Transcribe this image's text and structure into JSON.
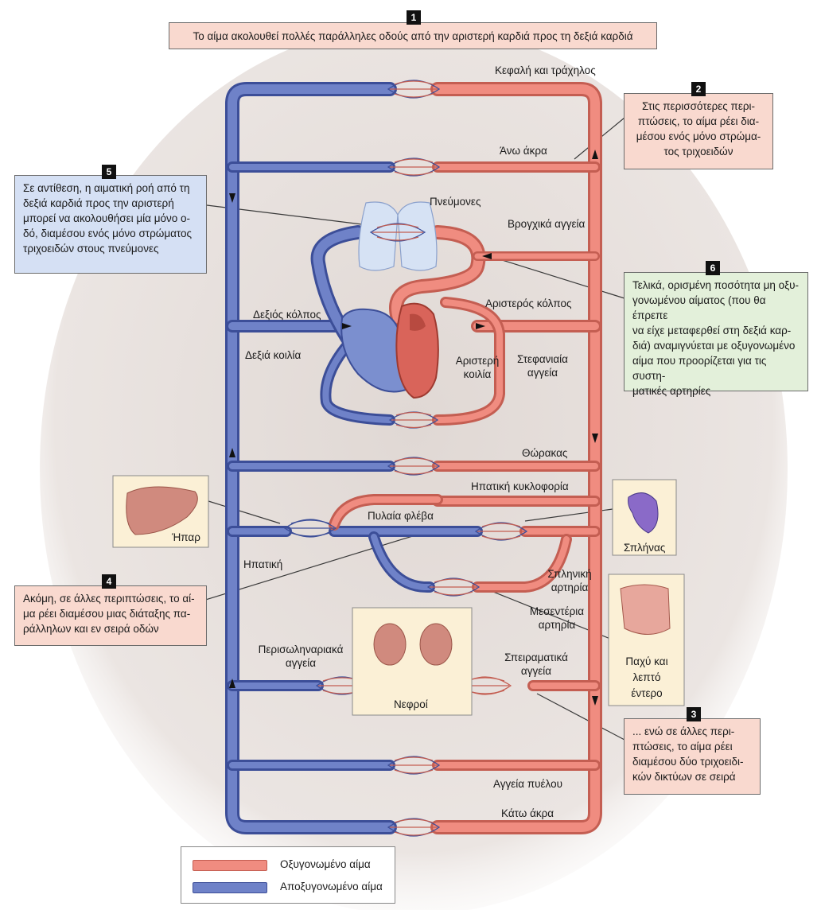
{
  "colors": {
    "oxygenated": "#f08c80",
    "deoxygenated": "#6f82c8",
    "background_glow": "#e5dfdc",
    "callout_pink": "#f9d9cf",
    "callout_blue": "#d5e0f4",
    "callout_green": "#e3f0da"
  },
  "callouts": {
    "c1": {
      "number": "1",
      "text": "Το αίμα ακολουθεί πολλές παράλληλες οδούς από την αριστερή καρδιά προς τη δεξιά καρδιά"
    },
    "c2": {
      "number": "2",
      "lines": [
        "Στις περισσότερες περι-",
        "πτώσεις, το αίμα ρέει δια-",
        "μέσου ενός μόνο στρώμα-",
        "τος τριχοειδών"
      ]
    },
    "c3": {
      "number": "3",
      "lines": [
        "... ενώ σε άλλες περι-",
        "πτώσεις, το αίμα ρέει",
        "διαμέσου δύο τριχοειδι-",
        "κών δικτύων σε σειρά"
      ]
    },
    "c4": {
      "number": "4",
      "lines": [
        "Ακόμη, σε άλλες περιπτώσεις, το αί-",
        "μα ρέει διαμέσου μιας διάταξης πα-",
        "ράλληλων και εν σειρά οδών"
      ]
    },
    "c5": {
      "number": "5",
      "lines": [
        "Σε αντίθεση, η αιματική ροή από τη",
        "δεξιά καρδιά προς την αριστερή",
        "μπορεί να ακολουθήσει μία μόνο ο-",
        "δό, διαμέσου ενός μόνο στρώματος",
        "τριχοειδών στους πνεύμονες"
      ]
    },
    "c6": {
      "number": "6",
      "lines": [
        "Τελικά, ορισμένη ποσότητα μη οξυ-",
        "γονωμένου αίματος (που θα έπρεπε",
        "να είχε μεταφερθεί στη δεξιά καρ-",
        "διά) αναμιγνύεται με οξυγονωμένο",
        "αίμα που προορίζεται για τις συστη-",
        "ματικές αρτηρίες"
      ]
    }
  },
  "labels": {
    "head_neck": "Κεφαλή και τράχηλος",
    "upper_limbs": "Άνω άκρα",
    "lungs": "Πνεύμονες",
    "bronchial": "Βρογχικά αγγεία",
    "right_atrium": "Δεξιός κόλπος",
    "right_ventricle": "Δεξιά κοιλία",
    "left_atrium": "Αριστερός κόλπος",
    "left_ventricle": [
      "Αριστερή",
      "κοιλία"
    ],
    "coronary": [
      "Στεφανιαία",
      "αγγεία"
    ],
    "thorax": "Θώρακας",
    "hepatic_circulation": "Ηπατική κυκλοφορία",
    "liver": "Ήπαρ",
    "portal_vein": "Πυλαία φλέβα",
    "spleen": "Σπλήνας",
    "hepatic": "Ηπατική",
    "splenic_artery": [
      "Σπληνική",
      "αρτηρία"
    ],
    "mesenteric_artery": [
      "Μεσεντέρια",
      "αρτηρία"
    ],
    "intestine": [
      "Παχύ και",
      "λεπτό",
      "έντερο"
    ],
    "suprarenal": [
      "Περισωληναριακά",
      "αγγεία"
    ],
    "glomerular": [
      "Σπειραματικά",
      "αγγεία"
    ],
    "kidneys": "Νεφροί",
    "pelvic": "Αγγεία πυέλου",
    "lower_limbs": "Κάτω άκρα"
  },
  "legend": {
    "oxygenated": "Οξυγονωμένο αίμα",
    "deoxygenated": "Αποξυγονωμένο αίμα"
  }
}
